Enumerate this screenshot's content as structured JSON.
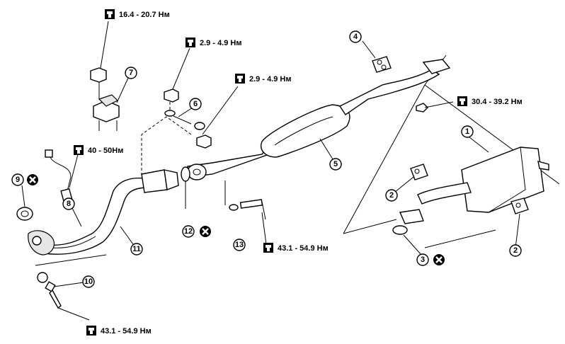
{
  "torque_specs": [
    {
      "id": "t1",
      "value": "16.4 - 20.7 Нм"
    },
    {
      "id": "t2",
      "value": "2.9 - 4.9 Нм"
    },
    {
      "id": "t3",
      "value": "2.9 - 4.9 Нм"
    },
    {
      "id": "t4",
      "value": "40 - 50Нм"
    },
    {
      "id": "t5",
      "value": "30.4 - 39.2 Нм"
    },
    {
      "id": "t6",
      "value": "43.1 - 54.9 Нм"
    },
    {
      "id": "t7",
      "value": "43.1 - 54.9 Нм"
    }
  ],
  "callouts": [
    {
      "id": "c1",
      "num": "1"
    },
    {
      "id": "c2a",
      "num": "2"
    },
    {
      "id": "c2b",
      "num": "2"
    },
    {
      "id": "c3",
      "num": "3"
    },
    {
      "id": "c4",
      "num": "4"
    },
    {
      "id": "c5",
      "num": "5"
    },
    {
      "id": "c6",
      "num": "6"
    },
    {
      "id": "c7",
      "num": "7"
    },
    {
      "id": "c8",
      "num": "8"
    },
    {
      "id": "c9",
      "num": "9"
    },
    {
      "id": "c10",
      "num": "10"
    },
    {
      "id": "c11",
      "num": "11"
    },
    {
      "id": "c12",
      "num": "12"
    },
    {
      "id": "c13",
      "num": "13"
    }
  ]
}
